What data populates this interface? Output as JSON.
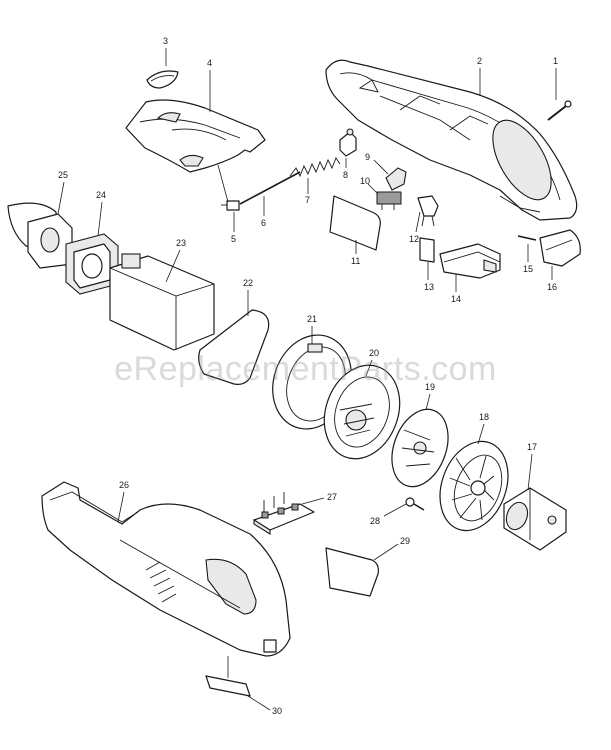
{
  "diagram": {
    "watermark": "eReplacementParts.com",
    "part_labels": {
      "p1": "1",
      "p2": "2",
      "p3": "3",
      "p4": "4",
      "p5": "5",
      "p6": "6",
      "p7": "7",
      "p8": "8",
      "p9": "9",
      "p10": "10",
      "p11": "11",
      "p12": "12",
      "p13": "13",
      "p14": "14",
      "p15": "15",
      "p16": "16",
      "p17": "17",
      "p18": "18",
      "p19": "19",
      "p20": "20",
      "p21": "21",
      "p22": "22",
      "p23": "23",
      "p24": "24",
      "p25": "25",
      "p26": "26",
      "p27": "27",
      "p28": "28",
      "p29": "29",
      "p30": "30"
    }
  }
}
